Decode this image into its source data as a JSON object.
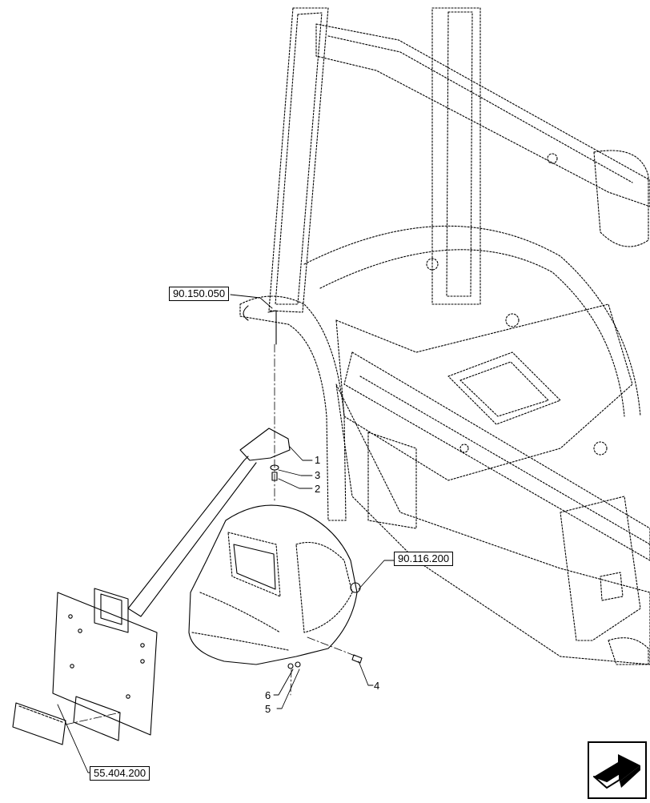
{
  "diagram": {
    "references": [
      {
        "id": "ref-frame",
        "label": "90.150.050"
      },
      {
        "id": "ref-fender",
        "label": "90.116.200"
      },
      {
        "id": "ref-lamp",
        "label": "55.404.200"
      }
    ],
    "callouts": [
      "1",
      "3",
      "2",
      "4",
      "6",
      "5"
    ]
  },
  "icons": {
    "navigation": "next-page-arrow-icon"
  }
}
